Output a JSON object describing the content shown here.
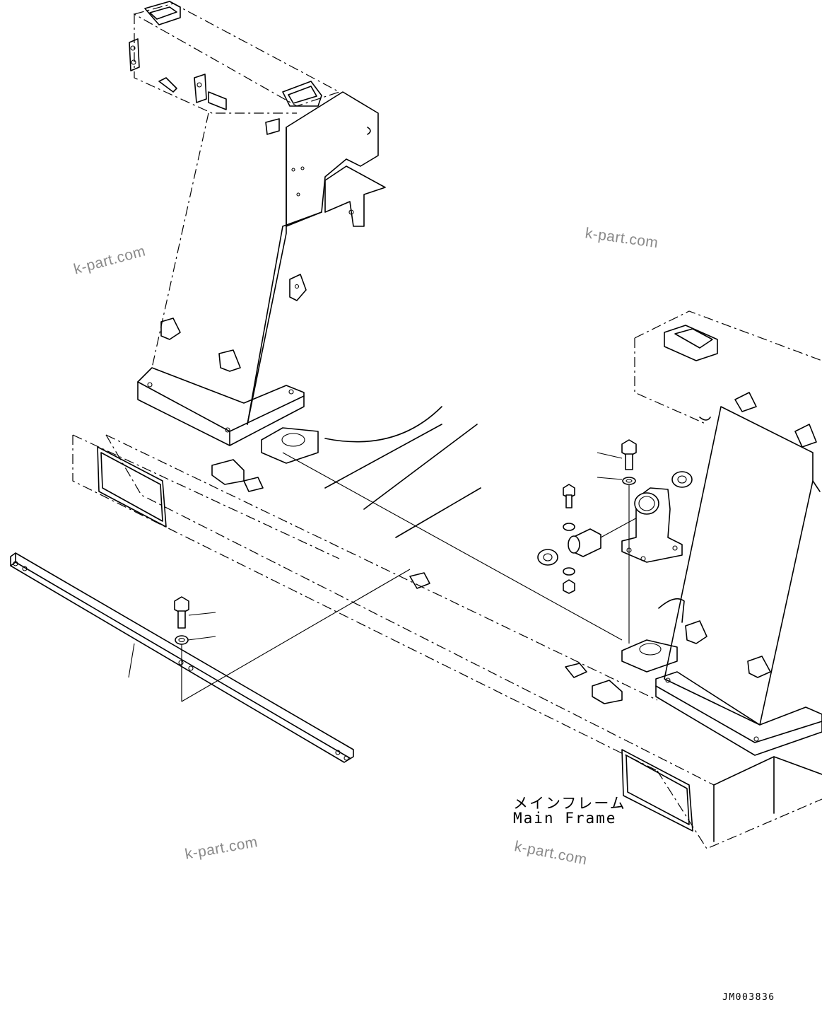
{
  "labels": {
    "part_name_jp": "メインフレーム",
    "part_name_en": "Main Frame"
  },
  "watermarks": [
    "k-part.com",
    "k-part.com",
    "k-part.com",
    "k-part.com"
  ],
  "drawing_id": "JM003836",
  "colors": {
    "line": "#000000",
    "watermark": "#8a8a8a",
    "background": "#ffffff"
  }
}
